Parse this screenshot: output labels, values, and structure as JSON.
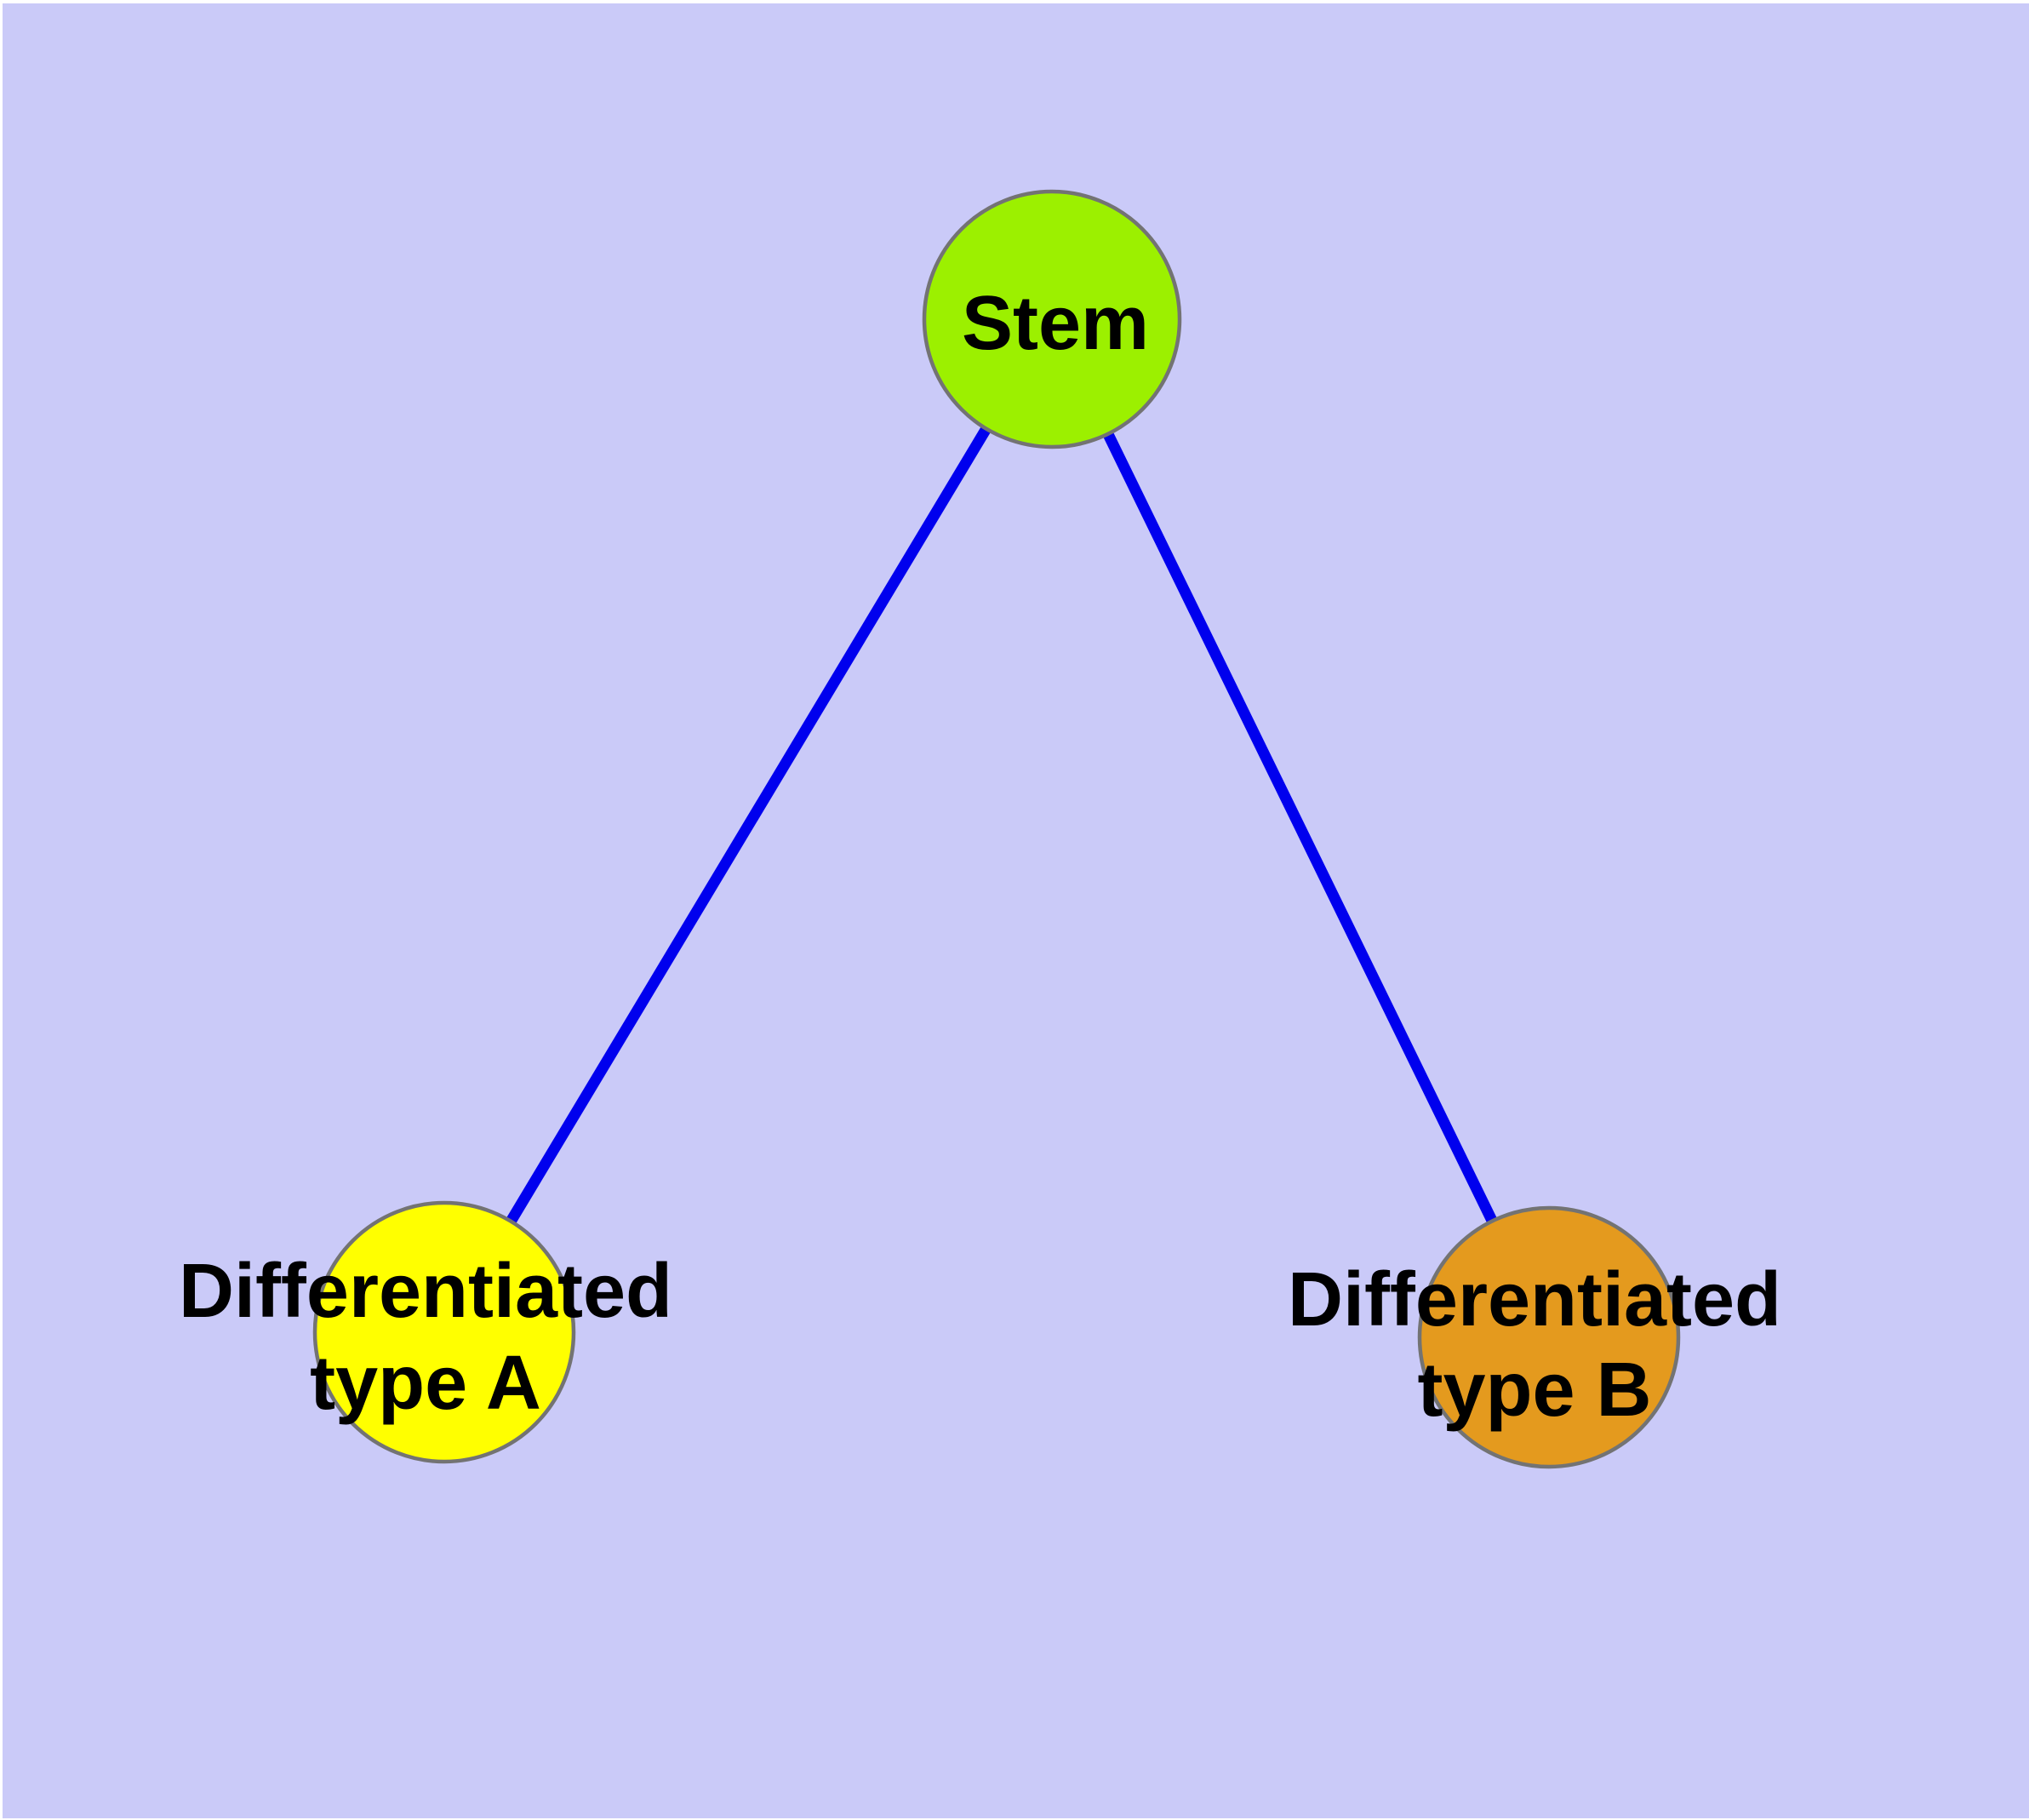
{
  "diagram": {
    "type": "node-link-graph",
    "title": "Stem cell differentiation diagram",
    "background_color": "#CACAF8",
    "frame_color": "#FFFFFF",
    "edge_color": "#0000EE",
    "node_border_color": "#737373",
    "nodes": [
      {
        "id": "stem",
        "label": "Stem",
        "fill": "#9CF000"
      },
      {
        "id": "diff_a",
        "label_line1": "Differentiated",
        "label_line2": "type A",
        "fill": "#FFFF00"
      },
      {
        "id": "diff_b",
        "label_line1": "Differentiated",
        "label_line2": "type B",
        "fill": "#E49A1E"
      }
    ],
    "edges": [
      {
        "from": "Stem",
        "to": "Differentiated type A"
      },
      {
        "from": "Stem",
        "to": "Differentiated type B"
      }
    ]
  }
}
